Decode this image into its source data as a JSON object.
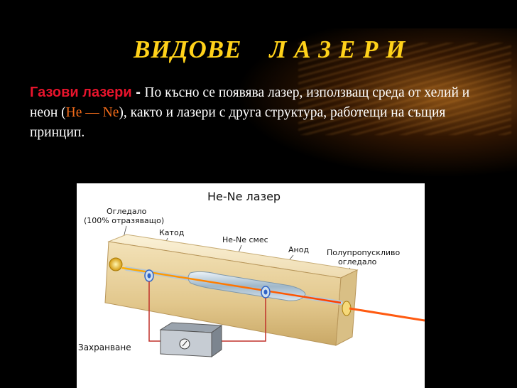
{
  "title": "ВИДОВЕ    Л А З Е Р И",
  "paragraph": {
    "lead": "Газови лазери",
    "dash": " - ",
    "text1": "По късно се появява лазер, използващ среда от хелий и неон (",
    "formula": "He — Ne",
    "text2": "), както и лазери с друга структура, работещи на същия принцип."
  },
  "diagram": {
    "title": "He-Ne лазер",
    "mirror_line1": "Огледало",
    "mirror_line2": "(100% отразяващо)",
    "cathode": "Катод",
    "mix": "He-Ne смес",
    "anode": "Анод",
    "output_line1": "Полупропускливо",
    "output_line2": "огледало",
    "power": "Захранване"
  },
  "colors": {
    "title": "#ffd21a",
    "lead": "#e8142c",
    "highlight": "#f06a1a",
    "background": "#000000"
  }
}
